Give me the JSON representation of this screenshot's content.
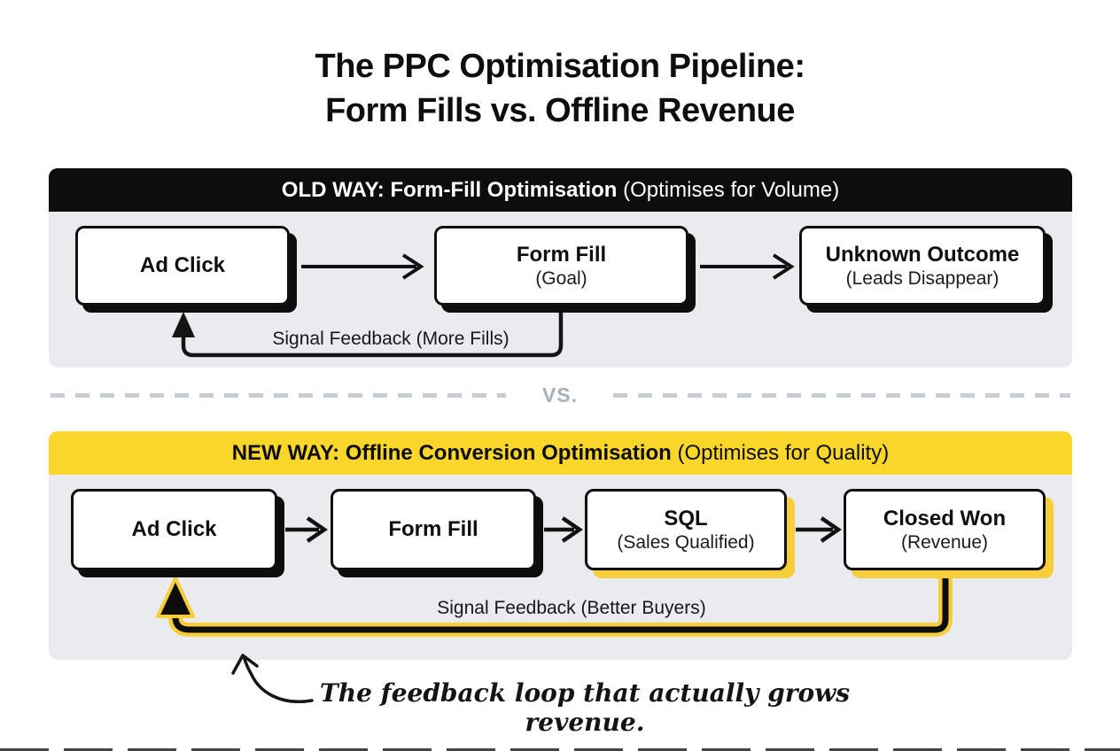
{
  "title": {
    "line1": "The PPC Optimisation Pipeline:",
    "line2": "Form Fills vs. Offline Revenue"
  },
  "old_way": {
    "header_bold": "OLD WAY: Form-Fill Optimisation ",
    "header_light": "(Optimises for Volume)",
    "boxes": [
      {
        "title": "Ad Click"
      },
      {
        "title": "Form Fill",
        "subtitle": "(Goal)"
      },
      {
        "title": "Unknown Outcome",
        "subtitle": "(Leads Disappear)"
      }
    ],
    "feedback_label": "Signal Feedback (More Fills)"
  },
  "divider": {
    "label": "VS."
  },
  "new_way": {
    "header_bold": "NEW WAY: Offline Conversion Optimisation ",
    "header_light": "(Optimises for Quality)",
    "boxes": [
      {
        "title": "Ad Click"
      },
      {
        "title": "Form Fill"
      },
      {
        "title": "SQL",
        "subtitle": "(Sales Qualified)"
      },
      {
        "title": "Closed Won",
        "subtitle": "(Revenue)"
      }
    ],
    "feedback_label": "Signal Feedback (Better Buyers)"
  },
  "annotation": {
    "text": "The feedback loop that actually grows revenue."
  },
  "colors": {
    "accent_yellow": "#F8D62A",
    "shadow_yellow": "#F6CD3B",
    "panel_gray": "#E9EBEE",
    "ink_black": "#0D0D0D",
    "divider_gray": "#A8B0BA"
  }
}
